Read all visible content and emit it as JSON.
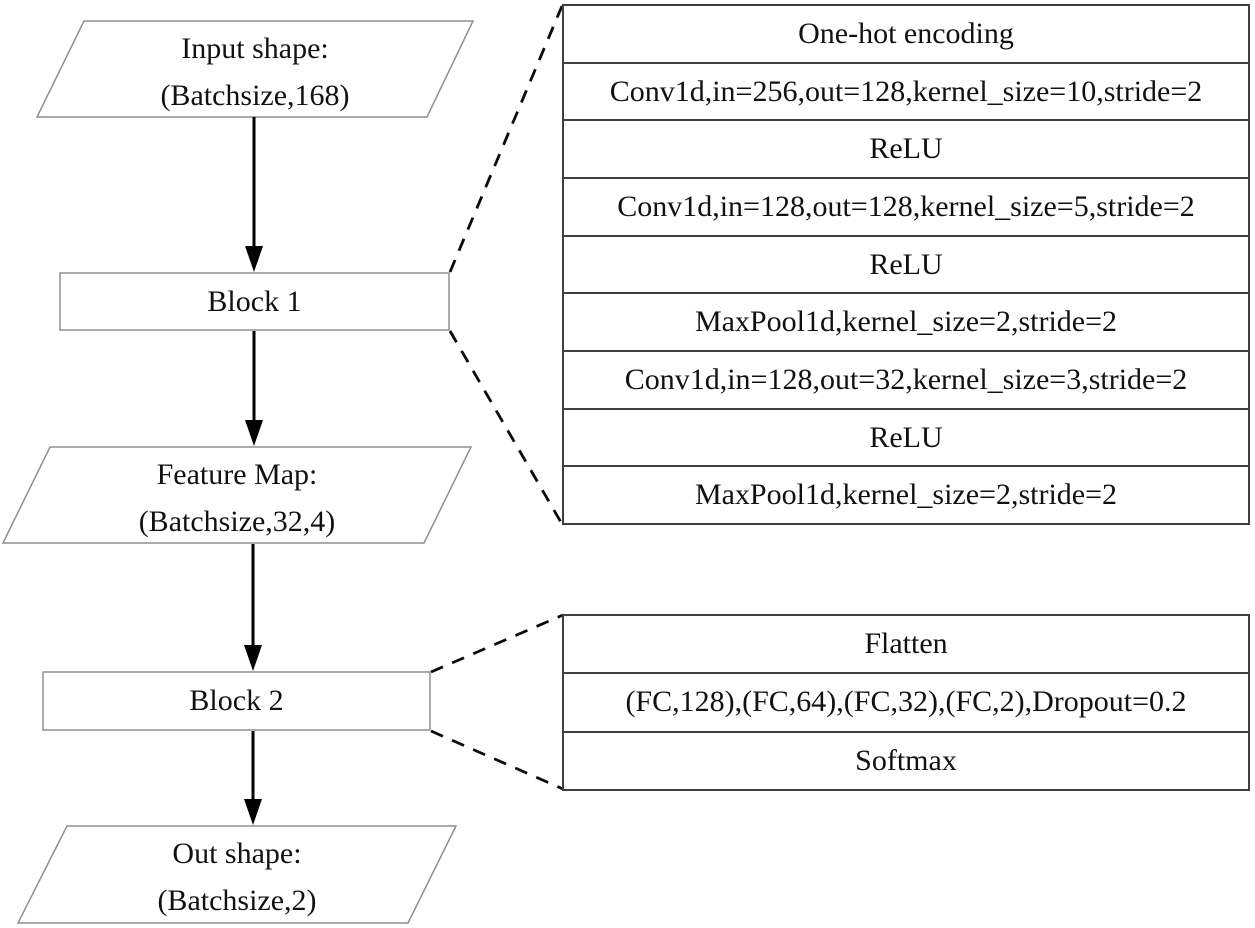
{
  "figure": {
    "nodes": {
      "input": {
        "line1": "Input shape:",
        "line2": "(Batchsize,168)"
      },
      "block1": {
        "label": "Block 1"
      },
      "feature_map": {
        "line1": "Feature Map:",
        "line2": "(Batchsize,32,4)"
      },
      "block2": {
        "label": "Block 2"
      },
      "output": {
        "line1": "Out shape:",
        "line2": "(Batchsize,2)"
      }
    },
    "block1_layers": [
      "One-hot encoding",
      "Conv1d,in=256,out=128,kernel_size=10,stride=2",
      "ReLU",
      "Conv1d,in=128,out=128,kernel_size=5,stride=2",
      "ReLU",
      "MaxPool1d,kernel_size=2,stride=2",
      "Conv1d,in=128,out=32,kernel_size=3,stride=2",
      "ReLU",
      "MaxPool1d,kernel_size=2,stride=2"
    ],
    "block2_layers": [
      "Flatten",
      "(FC,128),(FC,64),(FC,32),(FC,2),Dropout=0.2",
      "Softmax"
    ],
    "colors": {
      "background": "#ffffff",
      "text": "#111111",
      "shape_border": "#8f8f8f",
      "table_border": "#3f3f3f",
      "connector": "#000000"
    }
  }
}
